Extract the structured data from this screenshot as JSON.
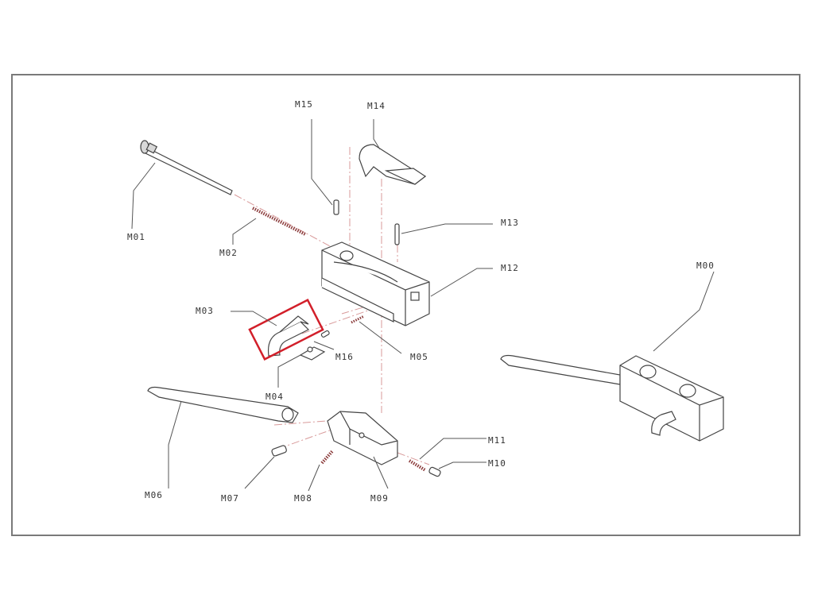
{
  "diagram": {
    "labels": {
      "M00": "M00",
      "M01": "M01",
      "M02": "M02",
      "M03": "M03",
      "M04": "M04",
      "M05": "M05",
      "M06": "M06",
      "M07": "M07",
      "M08": "M08",
      "M09": "M09",
      "M10": "M10",
      "M11": "M11",
      "M12": "M12",
      "M13": "M13",
      "M14": "M14",
      "M15": "M15",
      "M16": "M16"
    },
    "highlight_color": "#d21f2a",
    "highlighted_part": "M03"
  }
}
